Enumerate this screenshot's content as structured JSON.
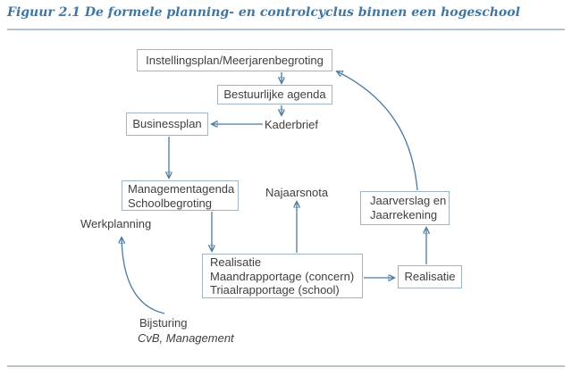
{
  "figure": {
    "title": "Figuur 2.1 De formele planning- en controlcyclus binnen een hogeschool"
  },
  "colors": {
    "title_text": "#3f77a4",
    "horizontal_rule": "#b9c5ce",
    "box_border": "#9eb4c3",
    "box_text": "#3f3f3f",
    "arrow": "#4a7aa2"
  },
  "nodes": {
    "instellingsplan": {
      "label": "Instellingsplan/Meerjarenbegroting"
    },
    "bestuurlijke_agenda": {
      "label": "Bestuurlijke agenda"
    },
    "businessplan": {
      "label": "Businessplan"
    },
    "managementagenda": {
      "line1": "Managementagenda",
      "line2": "Schoolbegroting"
    },
    "realisatie_detail": {
      "line1": "Realisatie",
      "line2": "Maandrapportage (concern)",
      "line3": "Triaalrapportage (school)"
    },
    "jaarverslag": {
      "line1": "Jaarverslag en",
      "line2": "Jaarrekening"
    },
    "realisatie": {
      "label": "Realisatie"
    }
  },
  "labels": {
    "kaderbrief": "Kaderbrief",
    "najaarsnota": "Najaarsnota",
    "werkplanning": "Werkplanning",
    "bijsturing": "Bijsturing",
    "bijsturing_sub": "CvB, Management"
  },
  "flows": [
    "Instellingsplan/Meerjarenbegroting -> Bestuurlijke agenda",
    "Bestuurlijke agenda -> Kaderbrief",
    "Kaderbrief -> Businessplan",
    "Businessplan -> Managementagenda/Schoolbegroting",
    "Managementagenda/Schoolbegroting -> Realisatie rapportages",
    "Realisatie rapportages -> Najaarsnota",
    "Realisatie rapportages -> Realisatie",
    "Realisatie -> Jaarverslag en Jaarrekening",
    "Jaarverslag en Jaarrekening -> Instellingsplan/Meerjarenbegroting",
    "Bijsturing -> Werkplanning"
  ]
}
